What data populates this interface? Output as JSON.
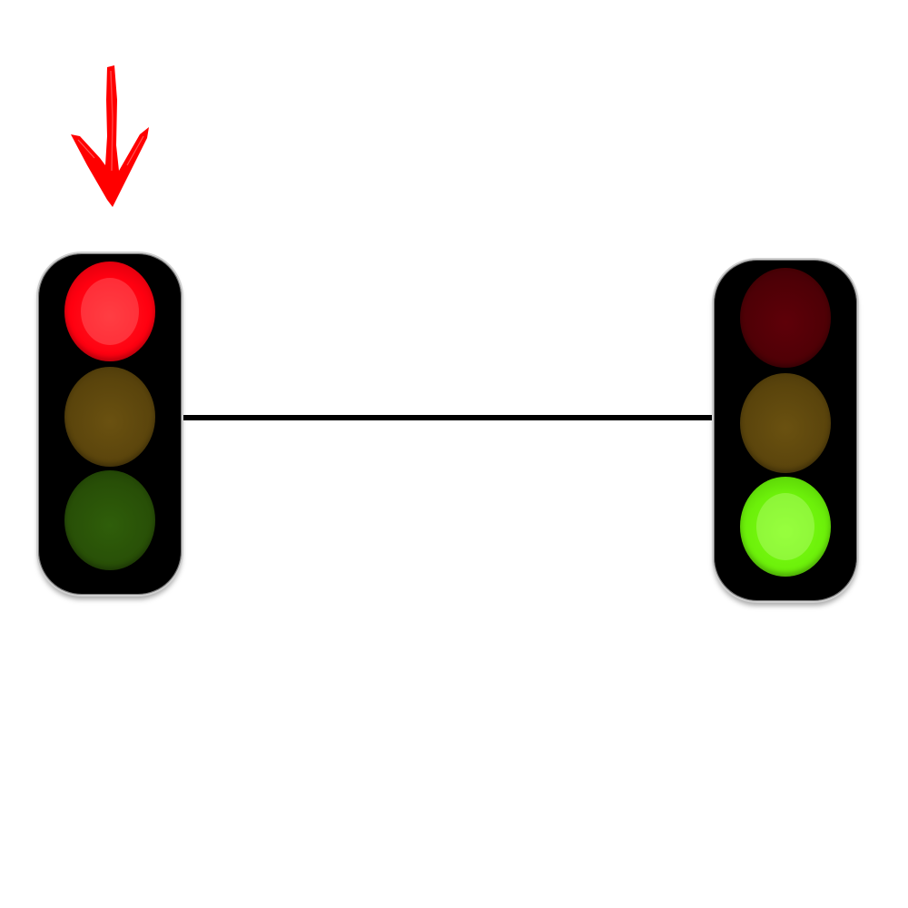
{
  "diagram": {
    "arrow": {
      "icon": "down-arrow-icon",
      "color": "#ff0000",
      "points_to": "left-traffic-light"
    },
    "traffic_lights": [
      {
        "id": "left",
        "lamps": [
          {
            "color": "red",
            "state": "on",
            "hex": "#ff0010"
          },
          {
            "color": "yellow",
            "state": "off",
            "hex": "#5a440c"
          },
          {
            "color": "green",
            "state": "off",
            "hex": "#284f07"
          }
        ]
      },
      {
        "id": "right",
        "lamps": [
          {
            "color": "red",
            "state": "off",
            "hex": "#4e0006"
          },
          {
            "color": "yellow",
            "state": "off",
            "hex": "#5a440c"
          },
          {
            "color": "green",
            "state": "on",
            "hex": "#6cf00a"
          }
        ]
      }
    ],
    "connector": {
      "color": "#000000"
    }
  }
}
